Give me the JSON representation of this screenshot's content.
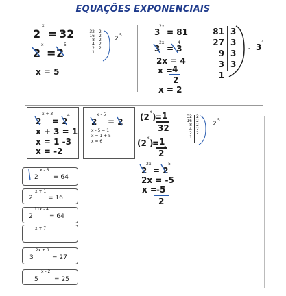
{
  "title": "EQUAÇÕES EXPONENCIAIS",
  "ex1": {
    "eq_base": "2",
    "eq_exp": "x",
    "eq_eq": "=",
    "eq_rhs": "32",
    "step2_base": "2",
    "step2_exp": "x",
    "step2_rhs_base": "2",
    "step2_rhs_exp": "5",
    "result": "x = 5",
    "factor_nums": [
      "32",
      "16",
      "8",
      "4",
      "2",
      "1"
    ],
    "factor_divs": [
      "2",
      "2",
      "2",
      "2",
      "2"
    ],
    "factor_result": "2",
    "factor_result_exp": "5"
  },
  "ex2": {
    "line1": "3",
    "line1_exp": "2x",
    "line1_rhs": "= 81",
    "line2": "3",
    "line2_exp": "2x",
    "line2_rhs": "= 3",
    "line2_rhs_exp": "4",
    "line3": "2x = 4",
    "line4a": "x =",
    "line4_num": "4",
    "line4_den": "2",
    "line5": "x = 2",
    "factor_nums": [
      "81",
      "27",
      "9",
      "3",
      "1"
    ],
    "factor_divs": [
      "3",
      "3",
      "3",
      "3"
    ],
    "factor_result": "3",
    "factor_result_exp": "4"
  },
  "ex3": {
    "base": "2",
    "exp": "x + 3",
    "rhs": "= 2",
    "rhs_exp": "4",
    "s1": "x + 3 = 1",
    "s2": "x = 1 -3",
    "s3": "x = -2"
  },
  "ex4": {
    "base": "2",
    "exp": "x - 5",
    "rhs": "= 2",
    "s1": "x - 5 = 1",
    "s2": "x = 1 + 5",
    "s3": "x = 6"
  },
  "ex5": {
    "a_base": "(2",
    "a_exp": "x",
    "a_close": ")",
    "a_eq": "=",
    "a_num": "1",
    "a_den": "32",
    "b_base": "(2",
    "b_exp": "x",
    "b_close": ")",
    "b_eq": "=",
    "b_num": "1",
    "b_den": "2",
    "b_den_exp": "5",
    "c_base": "2",
    "c_exp": "2x",
    "c_rhs": "= 2",
    "c_rhs_exp": "-5",
    "d": "2x = -5",
    "e_lhs": "x =",
    "e_num": "-5",
    "e_den": "2",
    "factor_nums": [
      "32",
      "16",
      "8",
      "4",
      "2",
      "1"
    ],
    "factor_divs": [
      "2",
      "2",
      "2",
      "2",
      "2"
    ],
    "factor_result": "2",
    "factor_result_exp": "5"
  },
  "exercises": [
    {
      "base": "2",
      "exp": "x - 6",
      "rhs": "= 64"
    },
    {
      "base": "2",
      "exp": "x + 1",
      "rhs": "= 16"
    },
    {
      "base": "2",
      "exp": "11x - 4",
      "rhs": "= 64"
    },
    {
      "base": "",
      "exp": "x + 7",
      "rhs": ""
    },
    {
      "base": "3",
      "exp": "2x + 1",
      "rhs": "= 27"
    },
    {
      "base": "5",
      "exp": "x - 2",
      "rhs": "= 25"
    }
  ]
}
